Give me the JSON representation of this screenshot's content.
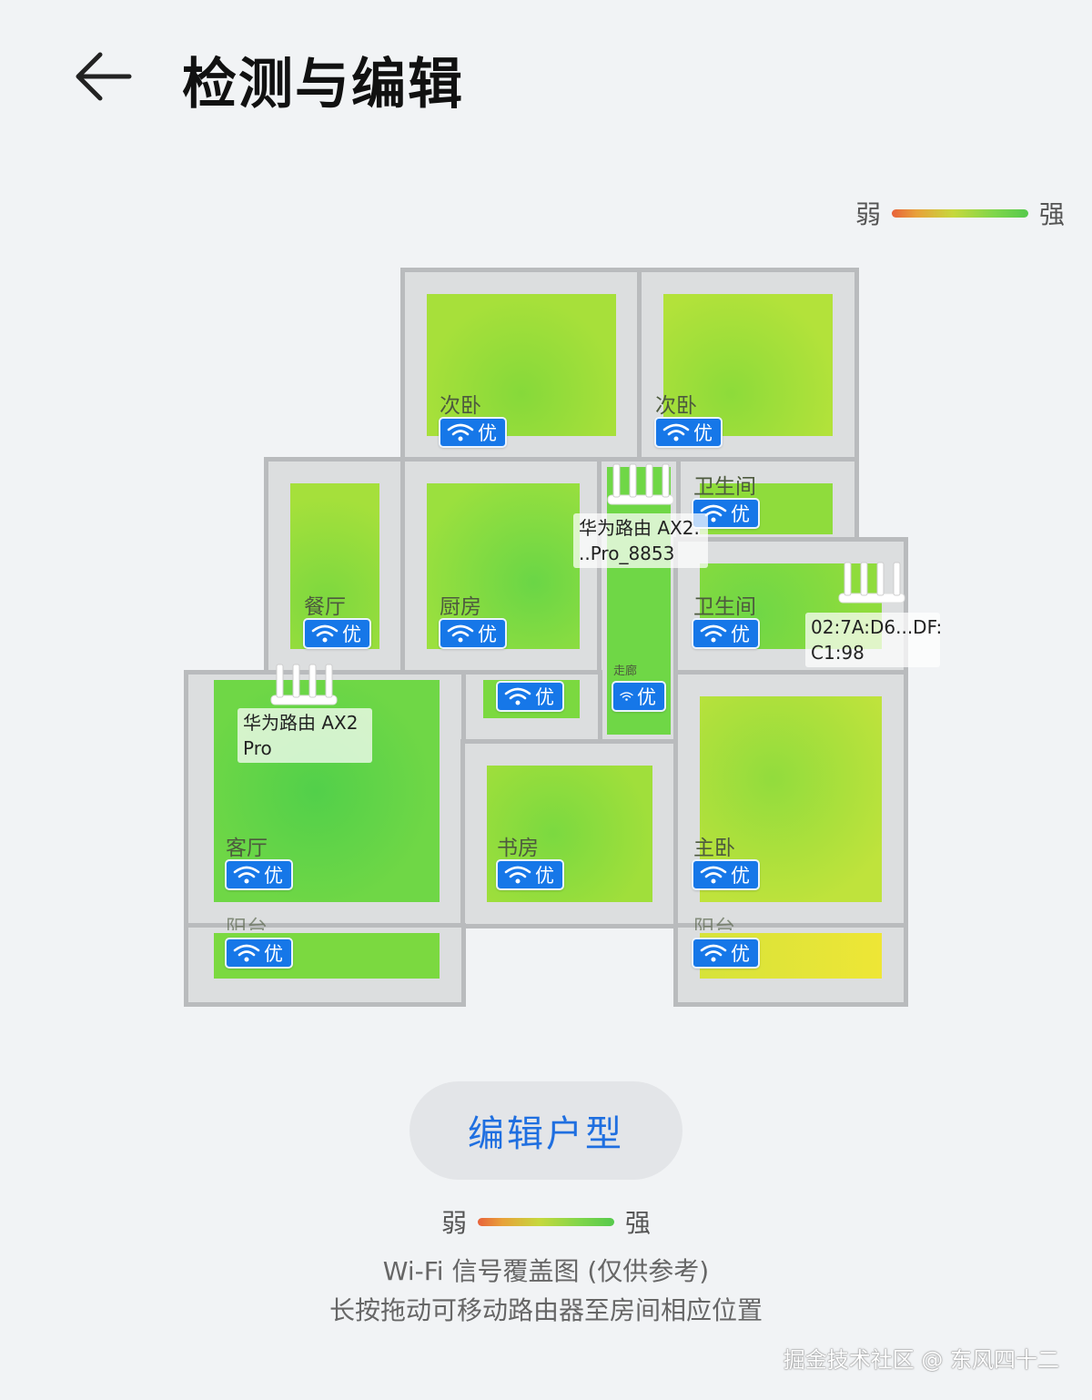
{
  "header": {
    "title": "检测与编辑",
    "back_icon": "arrow-left-icon"
  },
  "legend": {
    "weak": "弱",
    "strong": "强"
  },
  "colors": {
    "accent": "#1677e8",
    "weak": "#e8623a",
    "strong": "#56c94c"
  },
  "rooms": [
    {
      "label": "次卧",
      "signal": "优"
    },
    {
      "label": "次卧",
      "signal": "优"
    },
    {
      "label": "卫生间",
      "signal": "优"
    },
    {
      "label": "餐厅",
      "signal": "优"
    },
    {
      "label": "厨房",
      "signal": "优"
    },
    {
      "label": "卫生间",
      "signal": "优"
    },
    {
      "label": "走廊",
      "signal": "优"
    },
    {
      "label": "客厅",
      "signal": "优"
    },
    {
      "label": "书房",
      "signal": "优"
    },
    {
      "label": "主卧",
      "signal": "优"
    },
    {
      "label": "阳台",
      "signal": "优"
    },
    {
      "label": "阳台",
      "signal": "优"
    },
    {
      "label": "",
      "signal": "优"
    }
  ],
  "routers": [
    {
      "name": "华为路由 AX2\nPro"
    },
    {
      "name": "华为路由 AX2.\n..Pro_8853"
    },
    {
      "name": "02:7A:D6...DF:\nC1:98"
    }
  ],
  "edit_button": "编辑户型",
  "caption_line1": "Wi-Fi 信号覆盖图 (仅供参考)",
  "caption_line2": "长按拖动可移动路由器至房间相应位置",
  "watermark": "掘金技术社区 @ 东风四十二"
}
